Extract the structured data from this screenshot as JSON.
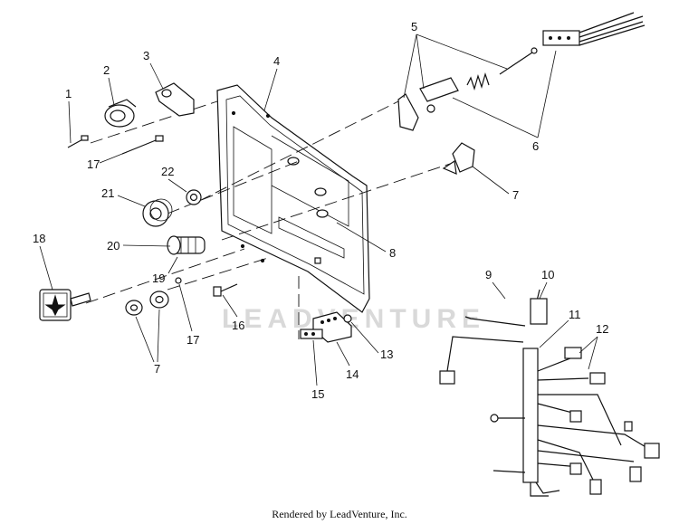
{
  "watermark": "LEADVENTURE",
  "credit": "Rendered by LeadVenture, Inc.",
  "callouts": [
    "1",
    "2",
    "3",
    "4",
    "5",
    "6",
    "7",
    "8",
    "9",
    "10",
    "11",
    "12",
    "13",
    "14",
    "15",
    "16",
    "17",
    "17",
    "18",
    "19",
    "20",
    "21",
    "22",
    "7"
  ]
}
